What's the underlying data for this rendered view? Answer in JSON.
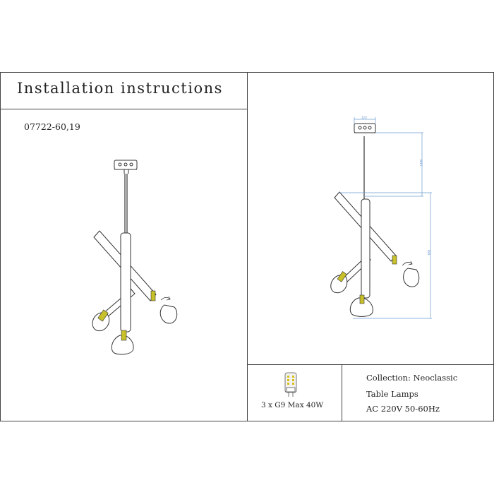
{
  "header": {
    "title": "Installation instructions"
  },
  "product": {
    "model": "07722-60,19"
  },
  "bulb": {
    "caption": "3 x G9 Max 40W",
    "icon": "g9-bulb-icon"
  },
  "specs": {
    "collection": "Collection: Neoclassic",
    "type": "Table Lamps",
    "power": "AC 220V   50-60Hz"
  },
  "dimensions": {
    "canopy_width": "120",
    "drop_length": "1490",
    "body_height": "680"
  },
  "colors": {
    "line": "#333333",
    "dimension": "#6a9bd0"
  }
}
